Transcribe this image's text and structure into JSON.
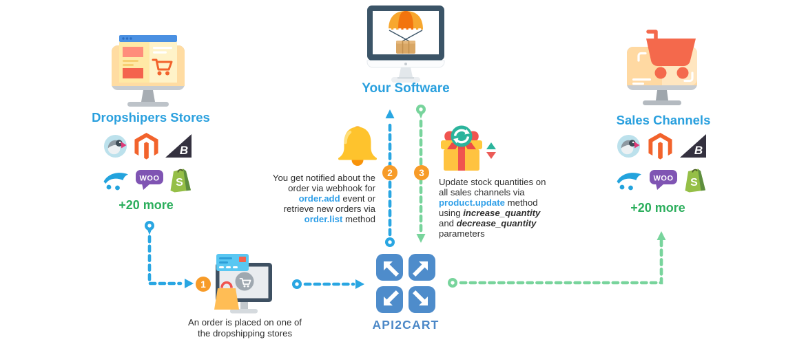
{
  "dropshippers": {
    "title": "Dropshipers Stores",
    "more_label": "+20 more"
  },
  "software": {
    "title": "Your Software"
  },
  "sales_channels": {
    "title": "Sales Channels",
    "more_label": "+20 more"
  },
  "api2cart": {
    "label": "API2CART"
  },
  "platform_labels": {
    "bigcommerce": "B",
    "woocommerce": "WOO",
    "shopify": "S"
  },
  "steps": {
    "step1": {
      "number": "1",
      "text": "An order is placed on one of the dropshipping stores"
    },
    "step2": {
      "number": "2",
      "text_part1": "You get notified about the order via webhook for ",
      "api_method1": "order.add",
      "text_part2": " event or retrieve new orders via ",
      "api_method2": "order.list",
      "text_part3": " method"
    },
    "step3": {
      "number": "3",
      "text_part1": "Update stock quantities on all sales channels via ",
      "api_method": "product.update",
      "text_part2": " method using ",
      "param1": "increase_quantity",
      "text_part3": " and ",
      "param2": "decrease_quantity",
      "text_part4": " parameters"
    }
  },
  "icons": {
    "dropshippers_monitor": "storefront-monitor",
    "software_monitor": "parachute-delivery-monitor",
    "sales_monitor": "shopping-cart-monitor",
    "order_monitor": "checkout-monitor",
    "notification": "bell",
    "stock_update": "gift-sync",
    "api2cart_logo": "four-outward-arrows",
    "platforms": [
      "prestashop",
      "magento",
      "bigcommerce",
      "opencart",
      "woocommerce",
      "shopify"
    ]
  },
  "colors": {
    "title_blue": "#2AA0DE",
    "line_blue": "#29A6E2",
    "line_green": "#78D49C",
    "green_text": "#2BAE5C",
    "badge_orange": "#F79B28",
    "api2cart_blue": "#4C88C7",
    "body_text": "#2F2F2F"
  }
}
